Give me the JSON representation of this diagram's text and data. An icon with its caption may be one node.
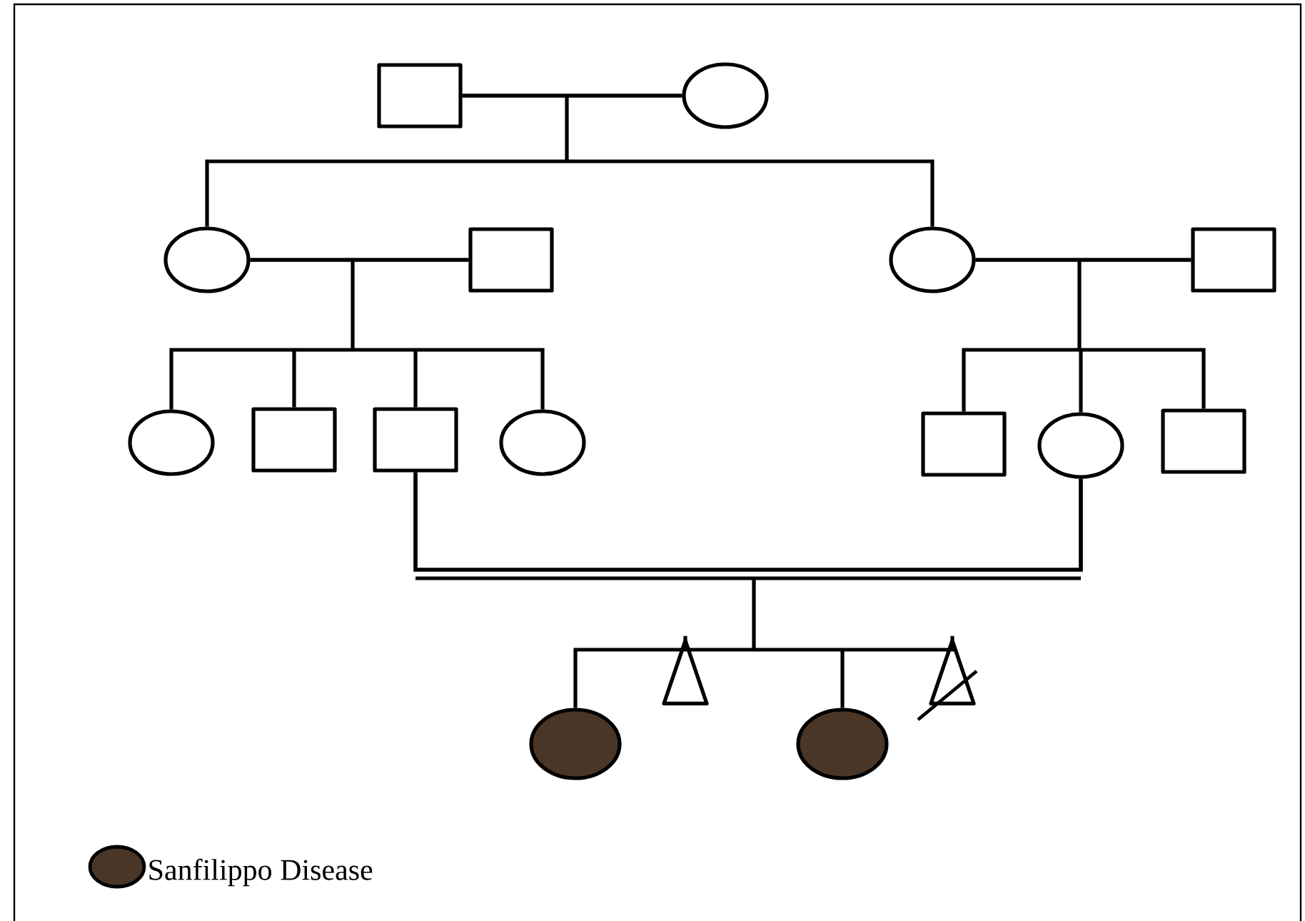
{
  "diagram": {
    "nodes": [
      {
        "text": [],
        "shape": "box"
      },
      {
        "text": [],
        "shape": "circle"
      },
      {
        "text": [],
        "shape": "circle"
      },
      {
        "text": [],
        "shape": "box"
      },
      {
        "text": [],
        "shape": "circle"
      },
      {
        "text": [],
        "shape": "box"
      },
      {
        "text": [],
        "shape": "circle"
      },
      {
        "text": [],
        "shape": "box"
      },
      {
        "text": [],
        "shape": "box"
      },
      {
        "text": [],
        "shape": "circle"
      },
      {
        "text": [],
        "shape": "box"
      },
      {
        "text": [],
        "shape": "circle"
      },
      {
        "text": [],
        "shape": "box"
      },
      {
        "text": [],
        "shape": "circle"
      },
      {
        "text": [],
        "shape": "triangle"
      },
      {
        "text": [],
        "shape": "circle"
      },
      {
        "text": [],
        "shape": "triangle"
      }
    ],
    "edges": [
      {
        "from": 0,
        "to": 1,
        "arrow": "none"
      },
      {
        "from": 0,
        "to": 2,
        "arrow": "none"
      },
      {
        "from": 1,
        "to": 2,
        "arrow": "none"
      },
      {
        "from": 0,
        "to": 4,
        "arrow": "none"
      },
      {
        "from": 1,
        "to": 4,
        "arrow": "none"
      },
      {
        "from": 2,
        "to": 3,
        "arrow": "none"
      },
      {
        "from": 2,
        "to": 6,
        "arrow": "none"
      },
      {
        "from": 3,
        "to": 6,
        "arrow": "none"
      },
      {
        "from": 2,
        "to": 7,
        "arrow": "none"
      },
      {
        "from": 3,
        "to": 7,
        "arrow": "none"
      },
      {
        "from": 2,
        "to": 8,
        "arrow": "none"
      },
      {
        "from": 3,
        "to": 8,
        "arrow": "none"
      },
      {
        "from": 2,
        "to": 9,
        "arrow": "none"
      },
      {
        "from": 3,
        "to": 9,
        "arrow": "none"
      },
      {
        "from": 4,
        "to": 5,
        "arrow": "none"
      },
      {
        "from": 4,
        "to": 10,
        "arrow": "none"
      },
      {
        "from": 5,
        "to": 10,
        "arrow": "none"
      },
      {
        "from": 4,
        "to": 11,
        "arrow": "none"
      },
      {
        "from": 5,
        "to": 11,
        "arrow": "none"
      },
      {
        "from": 4,
        "to": 12,
        "arrow": "none"
      },
      {
        "from": 5,
        "to": 12,
        "arrow": "none"
      },
      {
        "from": 8,
        "to": 11,
        "arrow": "none"
      },
      {
        "from": 8,
        "to": 13,
        "arrow": "none"
      },
      {
        "from": 11,
        "to": 13,
        "arrow": "none"
      },
      {
        "from": 8,
        "to": 14,
        "arrow": "none"
      },
      {
        "from": 11,
        "to": 14,
        "arrow": "none"
      },
      {
        "from": 8,
        "to": 15,
        "arrow": "none"
      },
      {
        "from": 11,
        "to": 15,
        "arrow": "none"
      },
      {
        "from": 8,
        "to": 16,
        "arrow": "none"
      },
      {
        "from": 11,
        "to": 16,
        "arrow": "none"
      }
    ],
    "legend": [
      {
        "text": "Sanfilippo Disease",
        "color": "#4a3626"
      }
    ]
  }
}
